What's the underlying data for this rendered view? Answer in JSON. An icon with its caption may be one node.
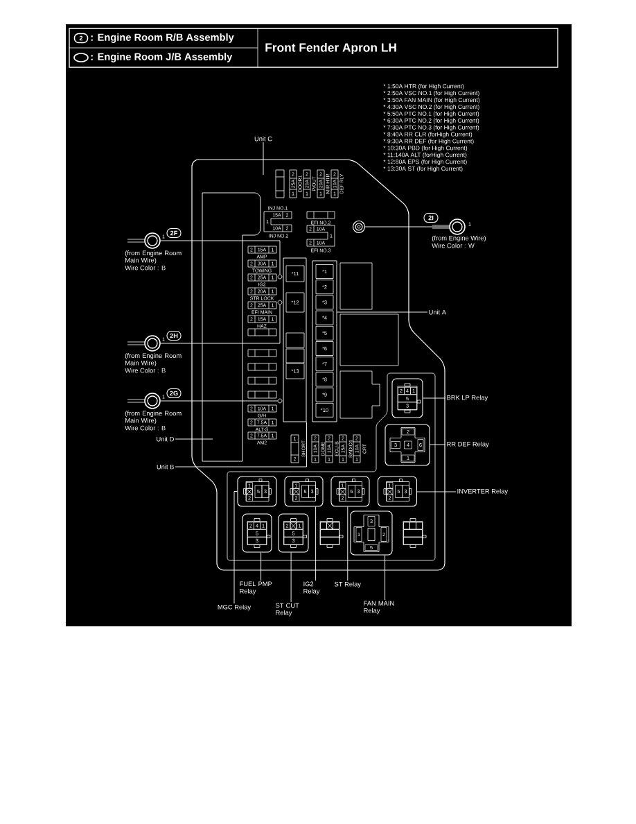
{
  "diagram": {
    "title": "Front Fender Apron LH",
    "nodes": [
      {
        "text": [
          "Unit C"
        ]
      },
      {
        "text": [
          "Unit A"
        ]
      },
      {
        "text": [],
        "shape": "box"
      },
      {
        "text": [
          "Unit D"
        ]
      },
      {
        "text": [
          "Unit B"
        ]
      },
      {
        "text": [],
        "shape": "box"
      },
      {
        "text": [
          "BRK LP Relay"
        ]
      },
      {
        "text": [
          "2",
          "4",
          "1",
          "5",
          "3"
        ]
      },
      {
        "text": [
          "RR DEF Relay"
        ]
      },
      {
        "text": [
          "2",
          "3",
          "4",
          "6",
          "1"
        ]
      },
      {
        "text": [
          "INVERTER Relay"
        ]
      },
      {
        "text": [
          "1",
          "2",
          "5",
          "3"
        ]
      },
      {
        "text": [
          "MGC Relay"
        ]
      },
      {
        "text": [
          "1",
          "2",
          "5",
          "3"
        ]
      },
      {
        "text": [
          "FUEL PMP Relay"
        ]
      },
      {
        "text": [
          "2",
          "4",
          "1",
          "5",
          "3"
        ]
      },
      {
        "text": [
          "ST CUT Relay"
        ]
      },
      {
        "text": [
          "2",
          "1",
          "5",
          "3"
        ]
      },
      {
        "text": [
          "IG2 Relay"
        ]
      },
      {
        "text": [
          "1",
          "2",
          "5",
          "3"
        ]
      },
      {
        "text": [
          "ST Relay"
        ]
      },
      {
        "text": [
          "1",
          "2",
          "5",
          "3"
        ]
      },
      {
        "text": [
          "FAN MAIN Relay"
        ]
      },
      {
        "text": [
          "3",
          "1",
          "2",
          "5"
        ]
      },
      {
        "text": [],
        "shape": "circle",
        "beside": [
          "2F",
          "1",
          "(from Engine Room Main Wire)",
          "Wire Color : B"
        ]
      },
      {
        "text": [],
        "shape": "circle"
      },
      {
        "text": [],
        "shape": "circle",
        "beside": [
          "2H",
          "1",
          "(from Engine Room Main Wire)",
          "Wire Color : B"
        ]
      },
      {
        "text": [],
        "shape": "circle"
      },
      {
        "text": [],
        "shape": "circle",
        "beside": [
          "2G",
          "1",
          "(from Engine Room Main Wire)",
          "Wire Color : B"
        ]
      },
      {
        "text": [],
        "shape": "circle"
      },
      {
        "text": [],
        "shape": "circle",
        "beside": [
          "2I",
          "1",
          "(from Engine Wire)",
          "Wire Color : W"
        ]
      },
      {
        "text": [],
        "shape": "circle"
      },
      {
        "text": [],
        "shape": "box"
      },
      {
        "text": [],
        "shape": "box"
      }
    ],
    "edges": [
      {
        "from": 0,
        "to": null,
        "arrow": "none"
      },
      {
        "from": 1,
        "to": 2,
        "arrow": "none"
      },
      {
        "from": 3,
        "to": null,
        "arrow": "none"
      },
      {
        "from": 4,
        "to": 5,
        "arrow": "none"
      },
      {
        "from": 6,
        "to": 7,
        "arrow": "none"
      },
      {
        "from": 8,
        "to": 9,
        "arrow": "none"
      },
      {
        "from": 10,
        "to": 11,
        "arrow": "none"
      },
      {
        "from": 12,
        "to": 13,
        "arrow": "none"
      },
      {
        "from": 14,
        "to": 15,
        "arrow": "none"
      },
      {
        "from": 16,
        "to": 17,
        "arrow": "none"
      },
      {
        "from": 18,
        "to": 19,
        "arrow": "none"
      },
      {
        "from": 20,
        "to": 21,
        "arrow": "none"
      },
      {
        "from": 22,
        "to": 23,
        "arrow": "none"
      },
      {
        "from": 24,
        "to": 25,
        "arrow": "none"
      },
      {
        "from": 26,
        "to": 27,
        "arrow": "none"
      },
      {
        "from": 28,
        "to": 29,
        "arrow": "none"
      },
      {
        "from": 30,
        "to": 31,
        "arrow": "none"
      }
    ],
    "labels": [
      "2",
      ": Engine Room R/B Assembly",
      ": Engine Room J/B Assembly",
      "* 1:50A HTR (for High Current)",
      "* 2:50A VSC NO.1 (for High Current)",
      "* 3:50A FAN MAIN (for High Current)",
      "* 4:30A VSC NO.2 (for High Current)",
      "* 5:50A PTC NO.1 (for High Current)",
      "* 6:30A PTC NO.2 (for High Current)",
      "* 7:30A PTC NO.3 (for High Current)",
      "* 8:40A RR CLR (forHigh Current)",
      "* 9:30A RR DEF (for High Current)",
      "* 10:30A PBD (for High Current)",
      "* 11:140A ALT (forHigh Current)",
      "* 12:80A EPS (for High Current)",
      "* 13:30A ST (for High Current)",
      "2",
      "25A",
      "1",
      "DOOR1",
      "2",
      "20A",
      "1",
      "P/OUT",
      "2",
      "20A",
      "1",
      "MIR HTR",
      "2",
      "10A",
      "1",
      "DEF RLY",
      "INJ NO.1",
      "15A",
      "2",
      "1",
      "10A",
      "2",
      "INJ NO.2",
      "EFI NO.2",
      "2",
      "10A",
      "1",
      "2",
      "10A",
      "2",
      "15A",
      "1",
      "EFI NO.3",
      "AMP",
      "2",
      "30A",
      "1",
      "TOWING",
      "2",
      "25A",
      "1",
      "IG2",
      "2",
      "20A",
      "1",
      "STR LOCK",
      "2",
      "25A",
      "1",
      "EFI MAIN",
      "2",
      "15A",
      "1",
      "HAZ",
      "2",
      "10A",
      "1",
      "G/H",
      "2",
      "7.5A",
      "1",
      "ALT-S",
      "2",
      "7.5A",
      "1",
      "AM2",
      "*11",
      "*12",
      "*13",
      "*1",
      "*2",
      "*3",
      "*4",
      "*5",
      "*6",
      "*7",
      "*8",
      "*9",
      "*10",
      "1",
      "2",
      "SHORT",
      "2",
      "10A",
      "1",
      "DOME",
      "2",
      "10A",
      "1",
      "ECU-B",
      "2",
      "15A",
      "1",
      "RADIO1",
      "2",
      "10A",
      "1",
      "CRT"
    ]
  }
}
